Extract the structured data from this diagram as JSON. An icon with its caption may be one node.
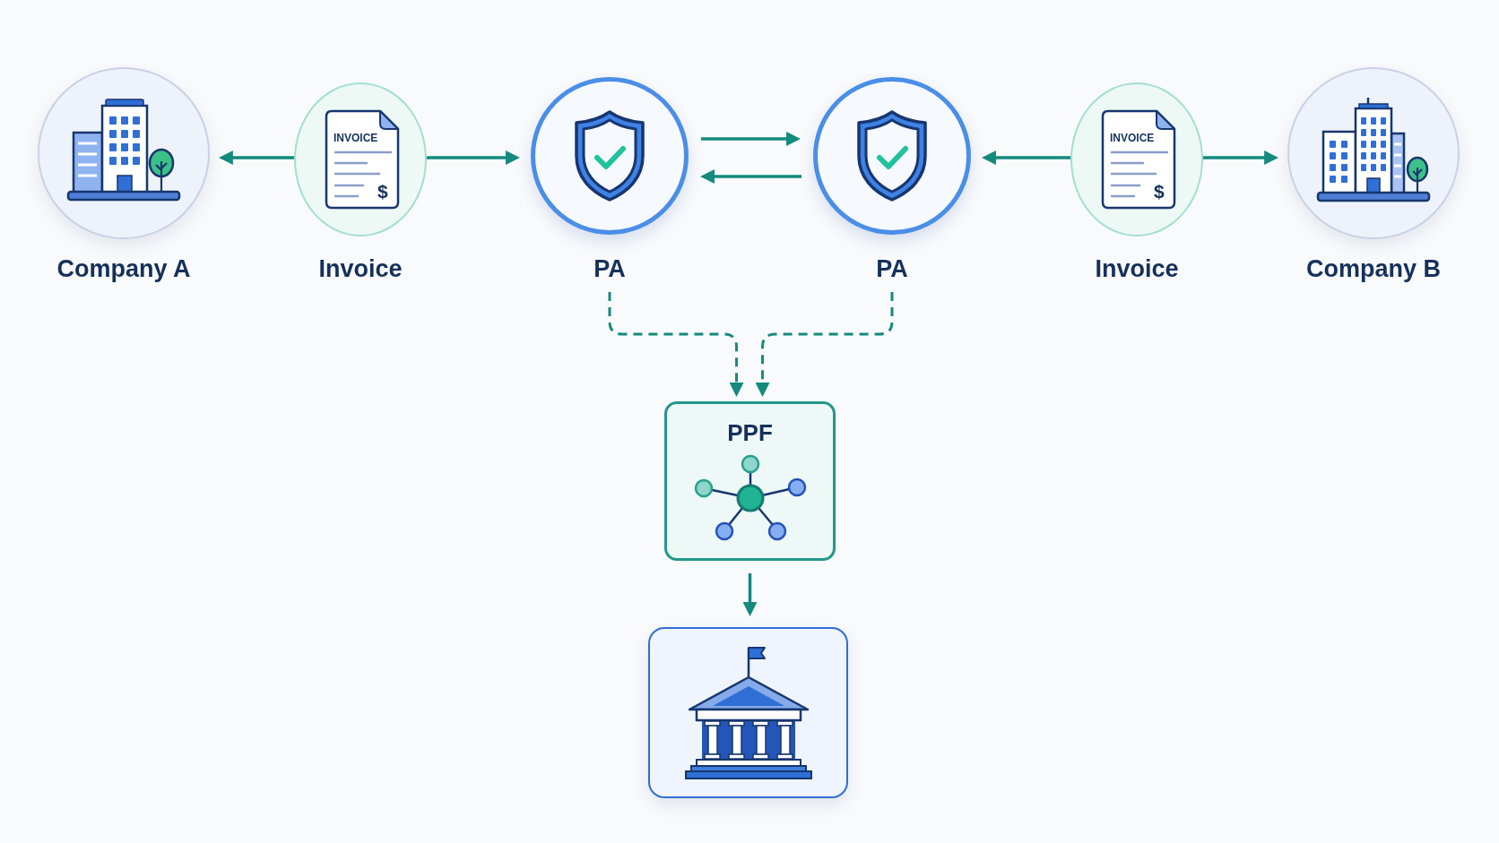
{
  "diagram": {
    "nodes": [
      {
        "text": [
          "Company A"
        ]
      },
      {
        "text": [
          "INVOICE",
          "$",
          "Invoice"
        ]
      },
      {
        "text": [
          "PA"
        ]
      },
      {
        "text": [
          "PA"
        ]
      },
      {
        "text": [
          "INVOICE",
          "$",
          "Invoice"
        ]
      },
      {
        "text": [
          "Company B"
        ]
      },
      {
        "text": [
          "PPF"
        ]
      },
      {
        "text": [],
        "shape": "box"
      }
    ],
    "edges": [
      {
        "from": 1,
        "to": 0,
        "arrow": "to"
      },
      {
        "from": 1,
        "to": 2,
        "arrow": "to"
      },
      {
        "from": 2,
        "to": 3,
        "arrow": "to"
      },
      {
        "from": 3,
        "to": 2,
        "arrow": "to"
      },
      {
        "from": 4,
        "to": 3,
        "arrow": "to"
      },
      {
        "from": 4,
        "to": 5,
        "arrow": "to"
      },
      {
        "from": 2,
        "to": 6,
        "arrow": "to",
        "style": "dashed"
      },
      {
        "from": 3,
        "to": 6,
        "arrow": "to",
        "style": "dashed"
      },
      {
        "from": 6,
        "to": 7,
        "arrow": "to"
      }
    ]
  }
}
